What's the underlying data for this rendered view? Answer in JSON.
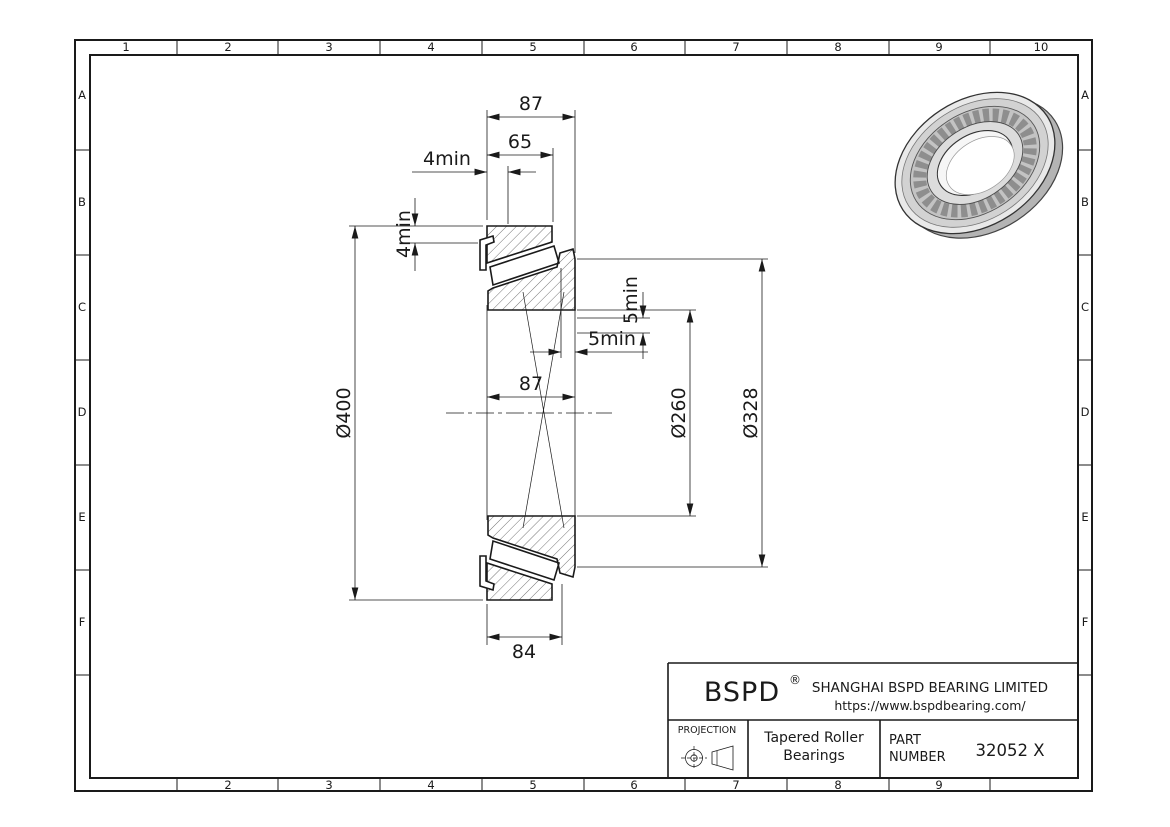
{
  "grid": {
    "cols_top": [
      "1",
      "2",
      "3",
      "4",
      "5",
      "6",
      "7",
      "8",
      "9",
      "10"
    ],
    "cols_bottom": [
      "2",
      "3",
      "4",
      "5",
      "6",
      "7",
      "8",
      "9"
    ],
    "rows_left": [
      "A",
      "B",
      "C",
      "D",
      "E",
      "F"
    ],
    "rows_right": [
      "A",
      "B",
      "C",
      "D",
      "E",
      "F"
    ]
  },
  "dimensions": {
    "overall_width": "87",
    "cup_width": "65",
    "cage_clearance_axial": "4min",
    "cage_clearance_radial": "4min",
    "outer_diameter": "Ø400",
    "inner_ring_width": "87",
    "abutment_clearance_radial": "5min",
    "abutment_clearance_axial": "5min",
    "bore_diameter": "Ø260",
    "abutment_diameter": "Ø328",
    "rear_width": "84"
  },
  "title_block": {
    "brand": "BSPD",
    "registered": "®",
    "company": "SHANGHAI BSPD BEARING LIMITED",
    "website": "https://www.bspdbearing.com/",
    "projection_label": "PROJECTION",
    "product_line1": "Tapered Roller",
    "product_line2": "Bearings",
    "part_label1": "PART",
    "part_label2": "NUMBER",
    "part_number": "32052 X"
  }
}
